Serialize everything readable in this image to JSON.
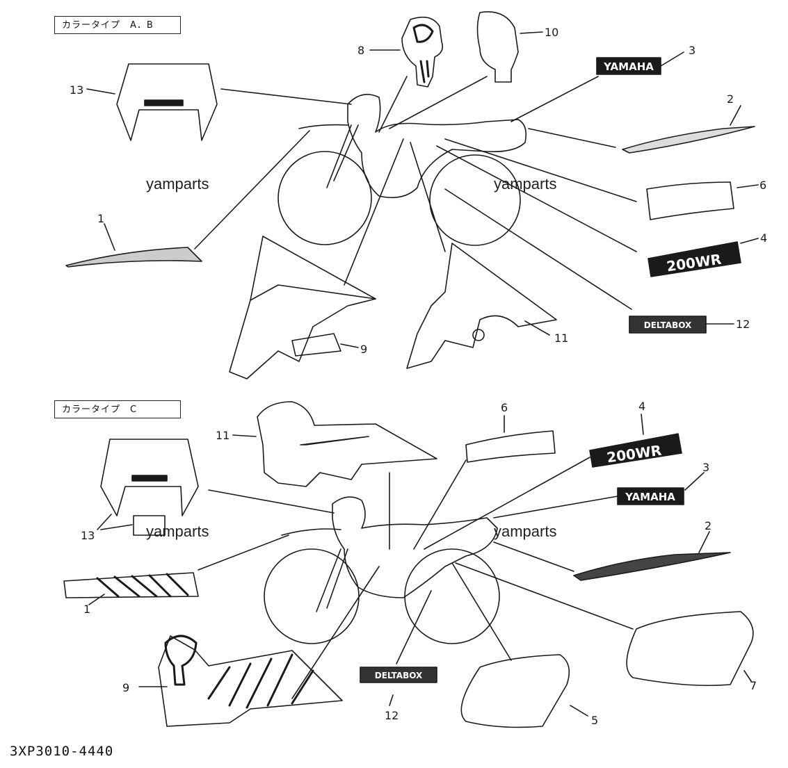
{
  "panels": [
    {
      "label": "カラータイプ　A．B"
    },
    {
      "label": "カラータイプ　C"
    }
  ],
  "watermark": "yamparts",
  "drawing_code": "3XP3010-4440",
  "decal_texts": {
    "yamaha": "YAMAHA",
    "model": "200WR",
    "deltabox": "DELTABOX"
  },
  "callouts_top": [
    "1",
    "2",
    "3",
    "4",
    "6",
    "8",
    "9",
    "10",
    "11",
    "12",
    "13"
  ],
  "callouts_bottom": [
    "1",
    "2",
    "3",
    "4",
    "5",
    "6",
    "7",
    "9",
    "11",
    "12",
    "13"
  ],
  "colors": {
    "ink": "#1a1a1a",
    "paper": "#ffffff"
  }
}
